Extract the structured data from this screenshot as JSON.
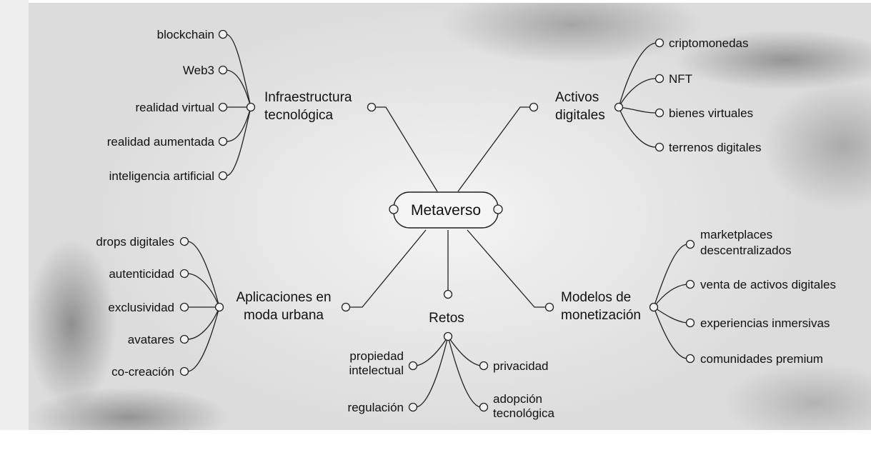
{
  "center": "Metaverso",
  "branches": {
    "infraestructura": {
      "title": [
        "Infraestructura",
        "tecnológica"
      ],
      "items": [
        "blockchain",
        "Web3",
        "realidad virtual",
        "realidad aumentada",
        "inteligencia artificial"
      ]
    },
    "activos": {
      "title": [
        "Activos",
        "digitales"
      ],
      "items": [
        "criptomonedas",
        "NFT",
        "bienes virtuales",
        "terrenos digitales"
      ]
    },
    "aplicaciones": {
      "title": [
        "Aplicaciones en",
        "moda urbana"
      ],
      "items": [
        "drops digitales",
        "autenticidad",
        "exclusividad",
        "avatares",
        "co-creación"
      ]
    },
    "retos": {
      "title": [
        "Retos"
      ],
      "items": [
        [
          "propiedad",
          "intelectual"
        ],
        [
          "regulación"
        ],
        [
          "privacidad"
        ],
        [
          "adopción",
          "tecnológica"
        ]
      ]
    },
    "modelos": {
      "title": [
        "Modelos de",
        "monetización"
      ],
      "items": [
        [
          "marketplaces",
          "descentralizados"
        ],
        [
          "venta de activos digitales"
        ],
        [
          "experiencias inmersivas"
        ],
        [
          "comunidades premium"
        ]
      ]
    }
  }
}
